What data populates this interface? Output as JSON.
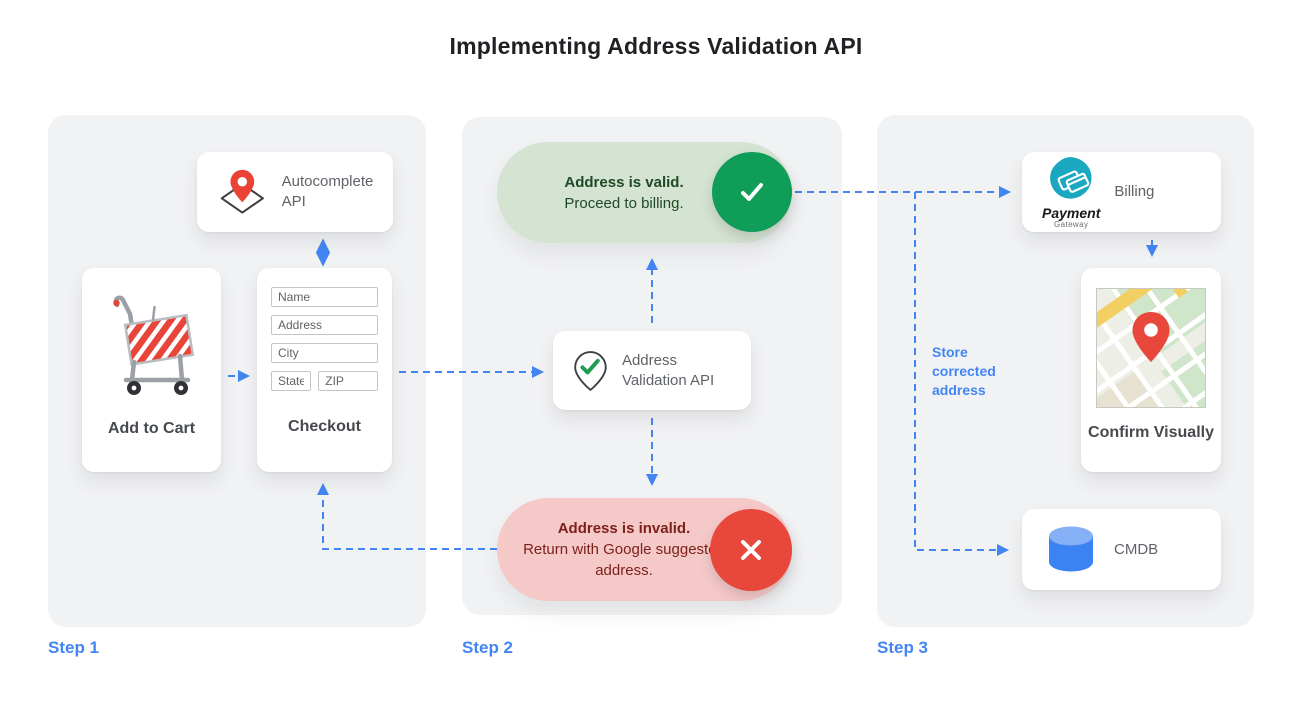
{
  "title": "Implementing Address Validation API",
  "colors": {
    "accent_blue": "#4285f4",
    "green": "#0f9d58",
    "green_pill": "#d5e3d2",
    "green_text": "#1f4a26",
    "red": "#e8473c",
    "red_pill": "#f6c9c9",
    "red_text": "#7d211b",
    "panel_bg": "#f1f2f4",
    "card_text": "#5f6368",
    "title_text": "#202124"
  },
  "step1": {
    "label": "Step 1",
    "autocomplete": {
      "label": "Autocomplete API"
    },
    "add_to_cart": {
      "label": "Add to Cart"
    },
    "checkout": {
      "label": "Checkout",
      "fields": {
        "name": "Name",
        "address": "Address",
        "city": "City",
        "state": "State",
        "zip": "ZIP"
      }
    }
  },
  "step2": {
    "label": "Step 2",
    "valid": {
      "title": "Address is valid.",
      "subtitle": "Proceed to billing."
    },
    "validation_api": {
      "label": "Address Validation API"
    },
    "invalid": {
      "title": "Address is invalid.",
      "subtitle": "Return with Google suggested address."
    }
  },
  "step3": {
    "label": "Step 3",
    "billing": {
      "label": "Billing",
      "logo_title": "Payment",
      "logo_subtitle": "Gateway"
    },
    "confirm": {
      "label": "Confirm Visually"
    },
    "store_note": "Store corrected address",
    "cmdb": {
      "label": "CMDB"
    }
  }
}
